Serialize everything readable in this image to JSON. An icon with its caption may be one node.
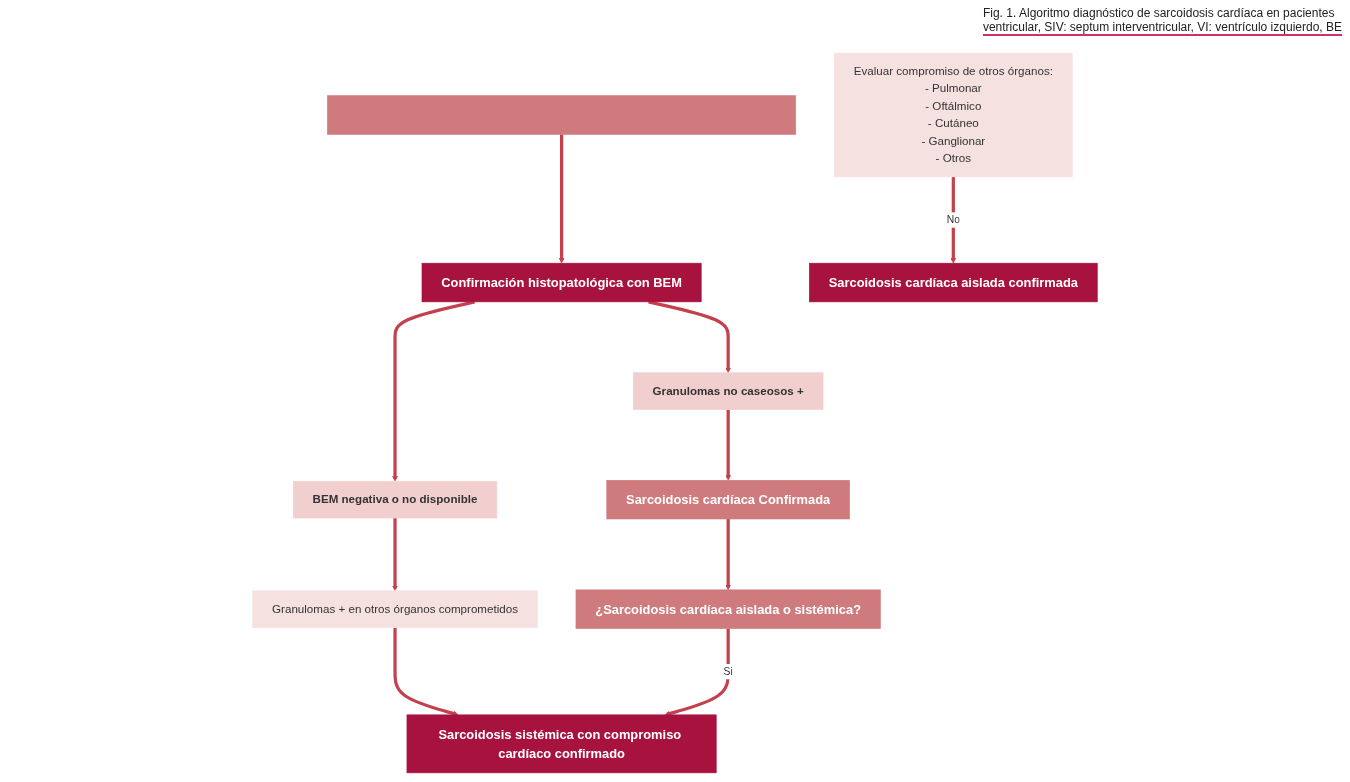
{
  "diagram": {
    "nodes": [
      {
        "text": [],
        "shape": "bar"
      },
      {
        "text": [
          "Confirmación histopatológica con BEM"
        ]
      },
      {
        "text": [
          "Granulomas no caseosos +"
        ]
      },
      {
        "text": [
          "BEM negativa o no disponible"
        ]
      },
      {
        "text": [
          "Sarcoidosis cardíaca Confirmada"
        ]
      },
      {
        "text": [
          "Granulomas + en otros órganos comprometidos"
        ]
      },
      {
        "text": [
          "¿Sarcoidosis cardíaca aislada o sistémica?"
        ]
      },
      {
        "text": [
          "Evaluar compromiso de otros órganos:",
          "- Pulmonar",
          "- Oftálmico",
          "- Cutáneo",
          "- Ganglionar",
          "- Otros"
        ]
      },
      {
        "text": [
          "Sarcoidosis sistémica con compromiso cardíaco confirmado"
        ]
      },
      {
        "text": [
          "Sarcoidosis cardíaca aislada confirmada"
        ]
      }
    ],
    "edges": [
      {
        "from": 0,
        "to": 1,
        "arrow": "to"
      },
      {
        "from": 1,
        "to": 2,
        "arrow": "to"
      },
      {
        "from": 1,
        "to": 3,
        "arrow": "to"
      },
      {
        "from": 2,
        "to": 4,
        "arrow": "to"
      },
      {
        "from": 3,
        "to": 5,
        "arrow": "to"
      },
      {
        "from": 4,
        "to": 6,
        "arrow": "to"
      },
      {
        "from": 5,
        "to": 8,
        "arrow": "to"
      },
      {
        "from": 6,
        "to": 8,
        "label": "Si",
        "arrow": "to"
      },
      {
        "from": 7,
        "to": 9,
        "label": "No",
        "arrow": "to"
      }
    ],
    "labels": [
      "Fig. 1. Algoritmo diagnóstico de sarcoidosis cardíaca en pacientes",
      "ventricular, SIV: septum interventricular, VI: ventrículo izquierdo, BE"
    ]
  }
}
